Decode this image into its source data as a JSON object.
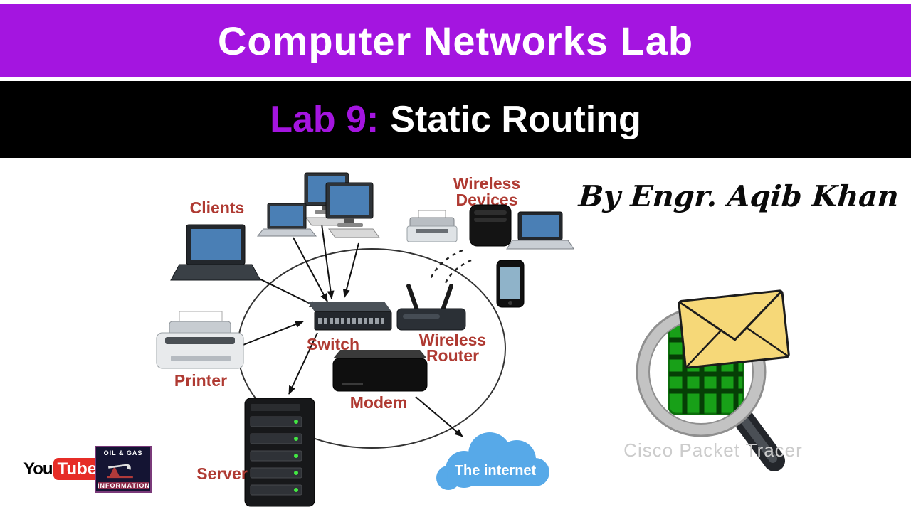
{
  "banner": {
    "title": "Computer Networks Lab",
    "lab_label": "Lab 9:",
    "lab_title": "Static Routing"
  },
  "author": "By Engr. Aqib Khan",
  "diagram": {
    "labels": {
      "clients": "Clients",
      "wireless_line1": "Wireless",
      "wireless_line2": "Devices",
      "switch": "Switch",
      "router_line1": "Wireless",
      "router_line2": "Router",
      "modem": "Modem",
      "printer": "Printer",
      "server": "Server",
      "internet": "The internet"
    }
  },
  "packet_tracer": {
    "caption": "Cisco Packet Tracer"
  },
  "logos": {
    "youtube_you": "You",
    "youtube_tube": "Tube",
    "oilgas_line1": "OIL & GAS",
    "oilgas_line2": "INFORMATION"
  },
  "colors": {
    "accent": "#A415E0",
    "label_red": "#AF3A32",
    "cloud_blue": "#57A9E8",
    "board_green": "#18A018",
    "envelope_yellow": "#F6D878",
    "youtube_red": "#E62D27"
  }
}
